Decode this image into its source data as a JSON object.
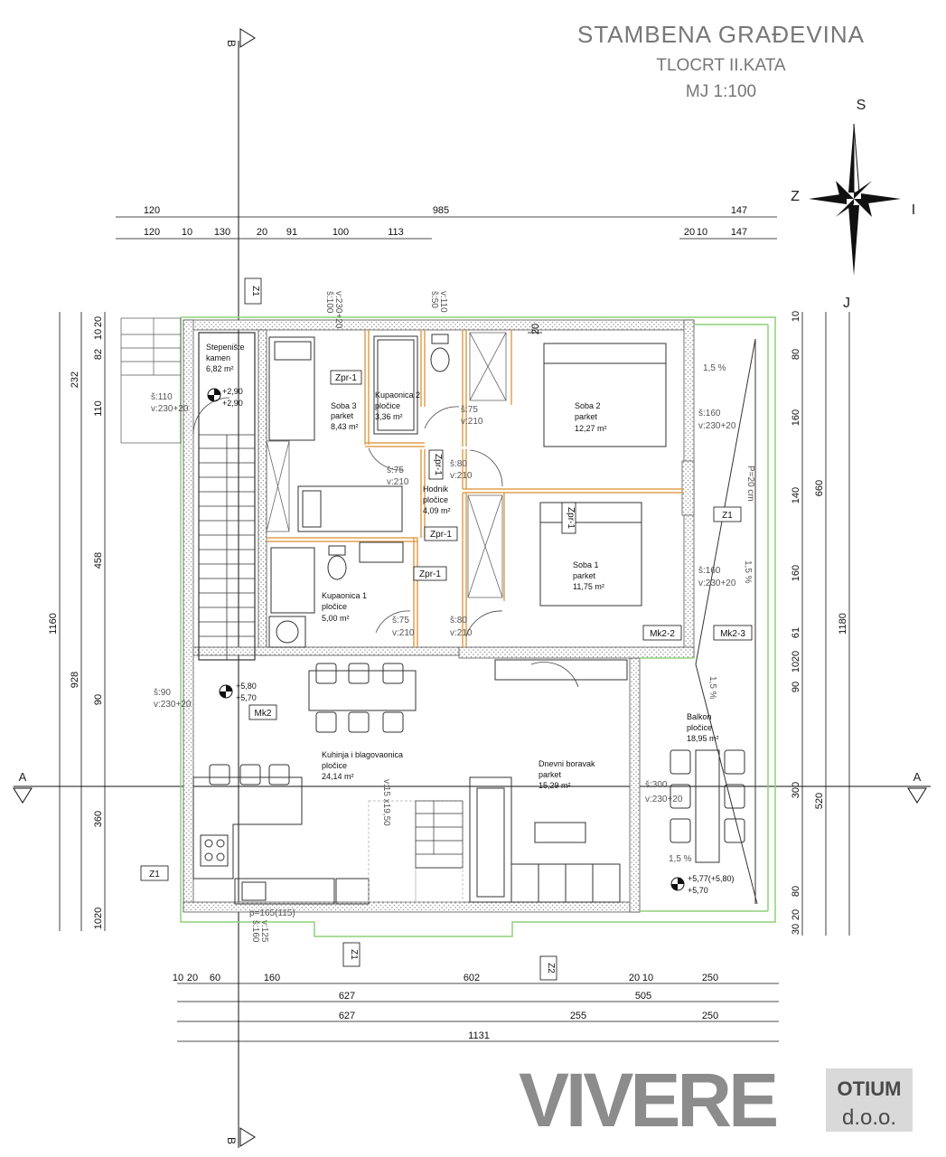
{
  "title": {
    "main": "STAMBENA GRAĐEVINA",
    "sub": "TLOCRT  II.KATA",
    "scale": "MJ 1:100"
  },
  "compass": {
    "n": "S",
    "s": "J",
    "w": "Z",
    "e": "I"
  },
  "sections": {
    "a": "A",
    "b": "B"
  },
  "rooms": [
    {
      "name": "Stepenište",
      "line2": "kamen",
      "area": "6,82 m²"
    },
    {
      "name": "Soba 3",
      "line2": "parket",
      "area": "8,43 m²"
    },
    {
      "name": "Kupaonica 2",
      "line2": "pločice",
      "area": "3,36 m²"
    },
    {
      "name": "Soba 2",
      "line2": "parket",
      "area": "12,27 m²"
    },
    {
      "name": "Hodnik",
      "line2": "pločice",
      "area": "4,09 m²"
    },
    {
      "name": "Soba 1",
      "line2": "parket",
      "area": "11,75 m²"
    },
    {
      "name": "Kupaonica 1",
      "line2": "pločice",
      "area": "5,00 m²"
    },
    {
      "name": "Kuhinja i blagovaonica",
      "line2": "pločice",
      "area": "24,14 m²"
    },
    {
      "name": "Dnevni boravak",
      "line2": "parket",
      "area": "15,29 m²"
    },
    {
      "name": "Balkon",
      "line2": "pločice",
      "area": "18,95 m²"
    }
  ],
  "levels": [
    {
      "a": "+2,90",
      "b": "+2,90"
    },
    {
      "a": "+5,80",
      "b": "+5,70"
    },
    {
      "a": "+5,77(+5,80)",
      "b": "+5,70"
    }
  ],
  "tags": [
    "Z1",
    "Zpr-1",
    "Zpr-1",
    "Zpr-1",
    "Zpr-1",
    "Zpr-1",
    "Z1",
    "Mk2-2",
    "Mk2-3",
    "Mk2",
    "Z1",
    "Z1",
    "Z2"
  ],
  "openings": [
    {
      "w": "š:110",
      "h": "v:230+20"
    },
    {
      "w": "š:75",
      "h": "v:210"
    },
    {
      "w": "š:75",
      "h": "v:210"
    },
    {
      "w": "š:80",
      "h": "v:210"
    },
    {
      "w": "š:160",
      "h": "v:230+20"
    },
    {
      "w": "š:160",
      "h": "v:230+20"
    },
    {
      "w": "š:75",
      "h": "v:210"
    },
    {
      "w": "š:80",
      "h": "v:210"
    },
    {
      "w": "š:90",
      "h": "v:230+20"
    },
    {
      "w": "š:300",
      "h": "v:230+20"
    },
    {
      "w": "š:100",
      "h": "v:230+20"
    },
    {
      "w": "š:50",
      "h": "v:110"
    },
    {
      "w": "š:160",
      "h": "v:125"
    }
  ],
  "slopes": [
    "1,5 %",
    "1,5 %",
    "1,5 %",
    "1,5 %",
    "P=20 cm"
  ],
  "stair_note": "p=165(115)",
  "stair_calc": "v:15 x19,50",
  "top_dims_1": [
    "120",
    "985",
    "147"
  ],
  "top_dims_2": [
    "120",
    "10",
    "130",
    "20",
    "91",
    "100",
    "113",
    "20",
    "10",
    "147"
  ],
  "top_small": "20",
  "left_dims_1": [
    "232",
    "458",
    "928",
    "360",
    "1020"
  ],
  "left_dims_2": [
    "20",
    "10",
    "82",
    "110",
    "90"
  ],
  "left_total": "1160",
  "right_dims_1": [
    "10",
    "80",
    "160",
    "140",
    "160",
    "61",
    "20",
    "10",
    "90",
    "300",
    "80",
    "20",
    "30"
  ],
  "right_dims_2": [
    "660",
    "520"
  ],
  "right_total": "1180",
  "bottom_dims_1": [
    "10",
    "20",
    "60",
    "160",
    "602",
    "20",
    "10",
    "250"
  ],
  "bottom_dims_2": [
    "627",
    "505"
  ],
  "bottom_dims_3": [
    "627",
    "255",
    "250"
  ],
  "bottom_total": "1131",
  "logo": {
    "word": "VIVERE",
    "box1": "OTIUM",
    "box2": "d.o.o."
  },
  "colors": {
    "wall_outline": "#8fd07a",
    "partition": "#e0a050",
    "hatch": "#9a9a9a",
    "logo_grey": "#8c8c8c",
    "logo_dark": "#4a4a4a"
  }
}
